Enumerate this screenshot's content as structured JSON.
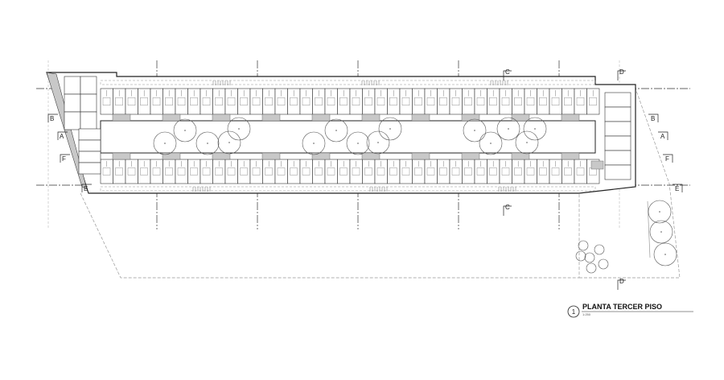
{
  "drawing": {
    "title": "PLANTA TERCER PISO",
    "number": "1",
    "scale": "1:250"
  },
  "section_markers": {
    "left": [
      "B",
      "A",
      "F",
      "E"
    ],
    "right": [
      "B",
      "A",
      "F",
      "E"
    ],
    "top": [
      "C",
      "D"
    ],
    "bottom": [
      "C",
      "D"
    ]
  },
  "colors": {
    "line": "#222222",
    "fill_gray": "#c8c8c8",
    "light_line": "#999999"
  }
}
